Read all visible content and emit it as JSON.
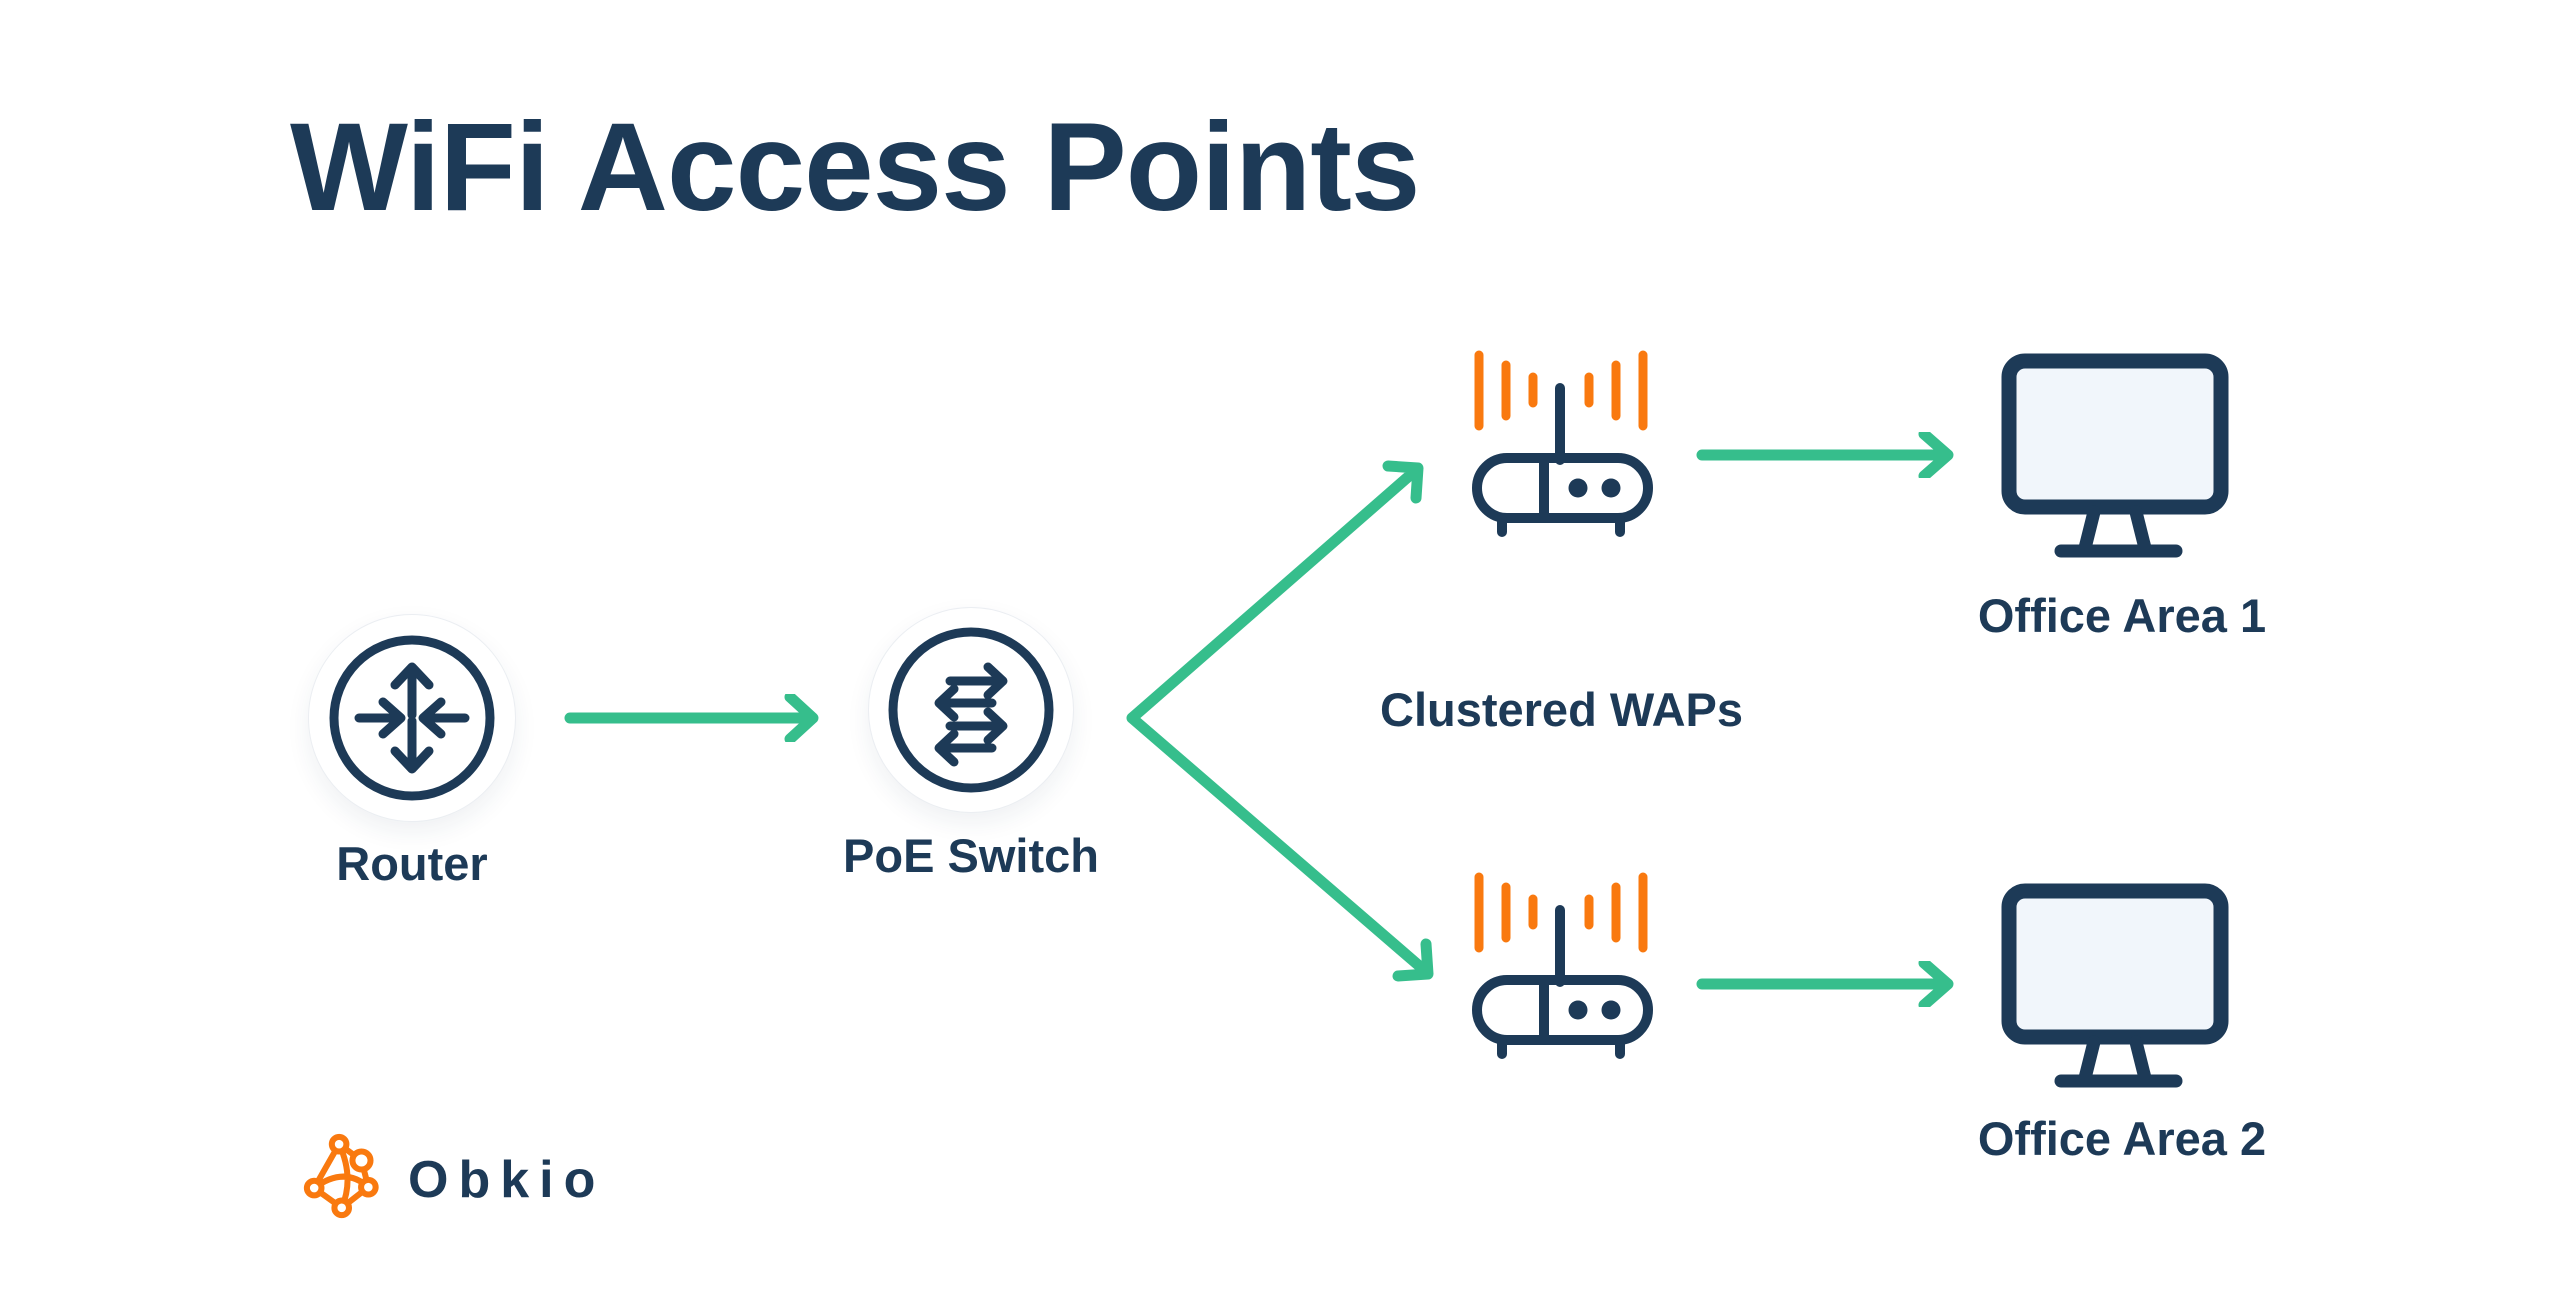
{
  "title": "WiFi Access Points",
  "colors": {
    "navy": "#1d3a57",
    "green": "#36be8c",
    "orange": "#f9790f",
    "screen_fill": "#f1f6fb",
    "node_bg": "#ffffff"
  },
  "nodes": {
    "router": {
      "label": "Router"
    },
    "poe_switch": {
      "label": "PoE Switch"
    },
    "cluster_caption": "Clustered WAPs",
    "office_area_1": {
      "label": "Office Area 1"
    },
    "office_area_2": {
      "label": "Office Area 2"
    }
  },
  "icons": {
    "router": "router-crossed-arrows-icon",
    "poe_switch": "switch-bidirectional-arrows-icon",
    "wap": "wireless-access-point-icon",
    "monitor": "desktop-monitor-icon",
    "connector": "green-arrow",
    "logo_mark": "obkio-network-mesh-icon"
  },
  "logo": {
    "text": "Obkio"
  }
}
